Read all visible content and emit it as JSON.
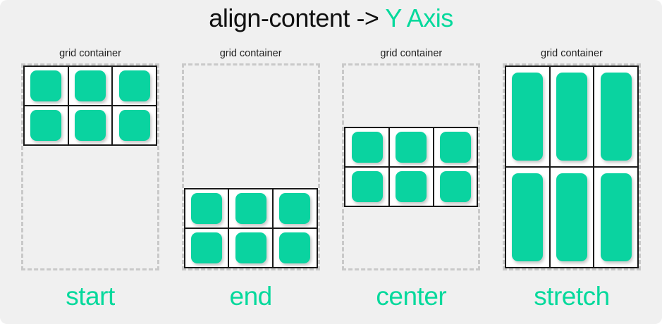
{
  "title": {
    "property": "align-content -> ",
    "axis": "Y Axis"
  },
  "colors": {
    "accent": "#05d99c",
    "item": "#0ad3a0",
    "background": "#f0f0f0",
    "container_border": "#c9c9c9",
    "grid_border": "#1a1a1a",
    "cell_background": "#ffffff",
    "title_text": "#111111",
    "caption_text": "#232323"
  },
  "demos": [
    {
      "caption": "grid container",
      "label": "start",
      "align_content": "start",
      "rows": 2,
      "columns": 3,
      "items": 6
    },
    {
      "caption": "grid container",
      "label": "end",
      "align_content": "end",
      "rows": 2,
      "columns": 3,
      "items": 6
    },
    {
      "caption": "grid container",
      "label": "center",
      "align_content": "center",
      "rows": 2,
      "columns": 3,
      "items": 6
    },
    {
      "caption": "grid container",
      "label": "stretch",
      "align_content": "stretch",
      "rows": 2,
      "columns": 3,
      "items": 6
    }
  ]
}
